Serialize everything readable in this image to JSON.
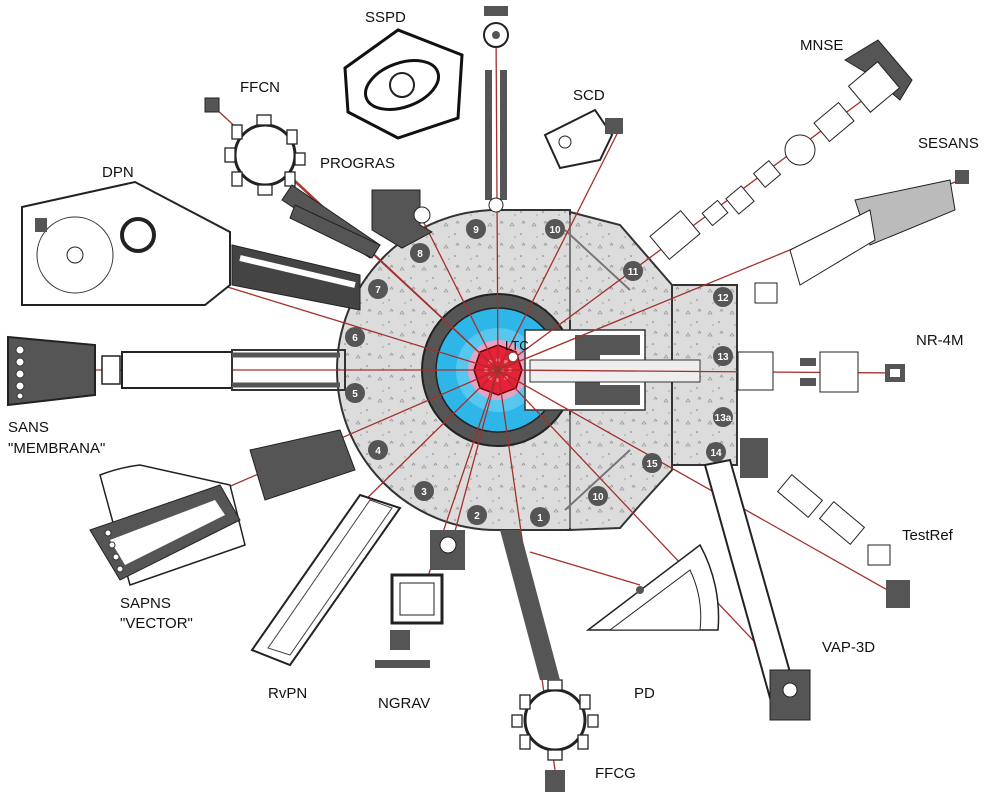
{
  "instrument_labels": {
    "sspd": "SSPD",
    "mnse": "MNSE",
    "ffcn": "FFCN",
    "scd": "SCD",
    "sesans": "SESANS",
    "dpn": "DPN",
    "progras": "PROGRAS",
    "nr4m": "NR-4M",
    "sans": "SANS",
    "membrana": "\"MEMBRANA\"",
    "sapns": "SAPNS",
    "vector": "\"VECTOR\"",
    "testref": "TestRef",
    "vap3d": "VAP-3D",
    "rvpn": "RvPN",
    "ngrav": "NGRAV",
    "pd": "PD",
    "ffcg": "FFCG",
    "ltc": "LTC"
  },
  "channel_numbers": {
    "n1": "1",
    "n2": "2",
    "n3": "3",
    "n4": "4",
    "n5": "5",
    "n6": "6",
    "n7": "7",
    "n8": "8",
    "n9": "9",
    "n10a": "10",
    "n10b": "10",
    "n11": "11",
    "n12": "12",
    "n13": "13",
    "n13a": "13a",
    "n14": "14",
    "n15": "15"
  },
  "colors": {
    "beam": "#a4302c",
    "concrete": "#d9d9d9",
    "shield_dark": "#595959",
    "core_water": "#2fb6e8",
    "core_red": "#e8203a",
    "ltc_ring": "#d06a8a"
  }
}
